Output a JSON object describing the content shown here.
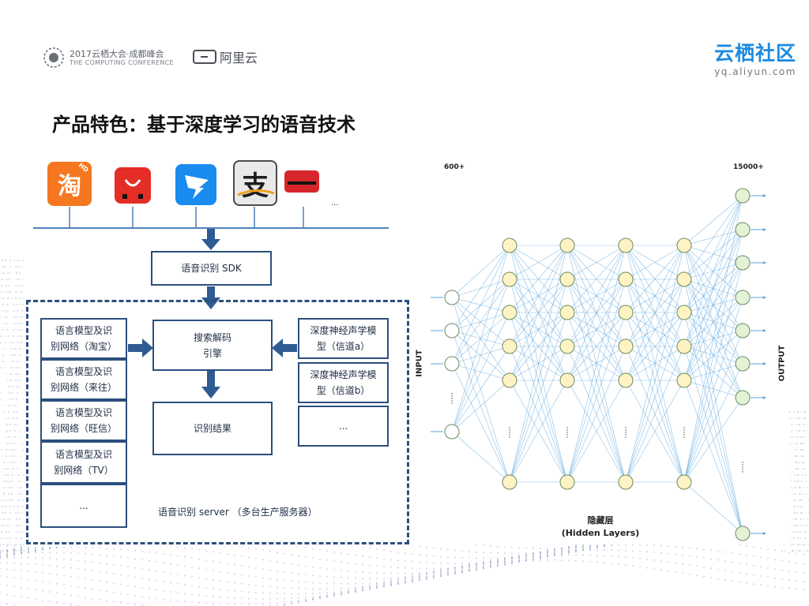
{
  "header": {
    "conference_title": "2017云栖大会·成都峰会",
    "conference_subtitle": "THE COMPUTING CONFERENCE",
    "aliyun_logo_text": "阿里云",
    "yunqi_brand": "云栖社区",
    "yunqi_url": "yq.aliyun.com"
  },
  "slide_title": "产品特色：基于深度学习的语音技术",
  "architecture": {
    "apps": [
      {
        "name": "淘",
        "icon": "taobao-app-icon",
        "badge": "HD",
        "color": "#f5771f"
      },
      {
        "name": "",
        "icon": "tmall-app-icon",
        "color": "#e52d27"
      },
      {
        "name": "",
        "icon": "dingtalk-app-icon",
        "color": "#1a8cf0"
      },
      {
        "name": "支",
        "icon": "alipay-app-icon",
        "color": "#4a4a4a"
      },
      {
        "name": "",
        "icon": "tmall-box-app-icon",
        "color": "#d6262c"
      }
    ],
    "apps_more": "...",
    "sdk_box": "语音识别 SDK",
    "decoder_line1": "搜索解码",
    "decoder_line2": "引擎",
    "result_box": "识别结果",
    "language_models": [
      {
        "line1": "语言模型及识",
        "line2": "别网络（淘宝）"
      },
      {
        "line1": "语言模型及识",
        "line2": "别网络（来往）"
      },
      {
        "line1": "语言模型及识",
        "line2": "别网络（旺信）"
      },
      {
        "line1": "语言模型及识",
        "line2": "别网络（TV）"
      }
    ],
    "language_models_more": "...",
    "acoustic_models": [
      {
        "line1": "深度神经声学模",
        "line2": "型（信道a）"
      },
      {
        "line1": "深度神经声学模",
        "line2": "型（信道b）"
      }
    ],
    "acoustic_models_more": "...",
    "server_label": "语音识别 server （多台生产服务器）"
  },
  "network": {
    "input_count_label": "600+",
    "output_count_label": "15000+",
    "input_axis_label": "INPUT",
    "output_axis_label": "OUTPUT",
    "hidden_label_cn": "隐藏层",
    "hidden_label_en": "(Hidden Layers)",
    "input_node_color": "#ffffff",
    "hidden_node_color": "#fff3c4",
    "output_node_color": "#e4f2d6",
    "edge_color": "#5aa6e0"
  }
}
